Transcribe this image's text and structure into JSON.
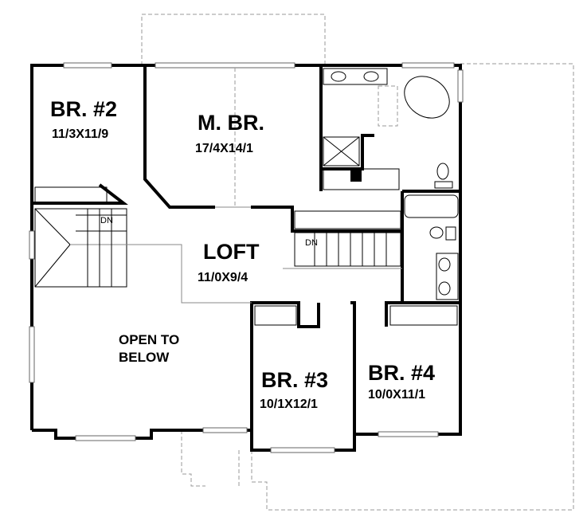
{
  "rooms": {
    "br2": {
      "name": "BR. #2",
      "size": "11/3X11/9"
    },
    "mbr": {
      "name": "M. BR.",
      "size": "17/4X14/1"
    },
    "loft": {
      "name": "LOFT",
      "size": "11/0X9/4"
    },
    "open": {
      "line1": "OPEN TO",
      "line2": "BELOW"
    },
    "br3": {
      "name": "BR. #3",
      "size": "10/1X12/1"
    },
    "br4": {
      "name": "BR. #4",
      "size": "10/0X11/1"
    }
  },
  "stairs": {
    "left_label": "DN",
    "right_label": "DN"
  }
}
